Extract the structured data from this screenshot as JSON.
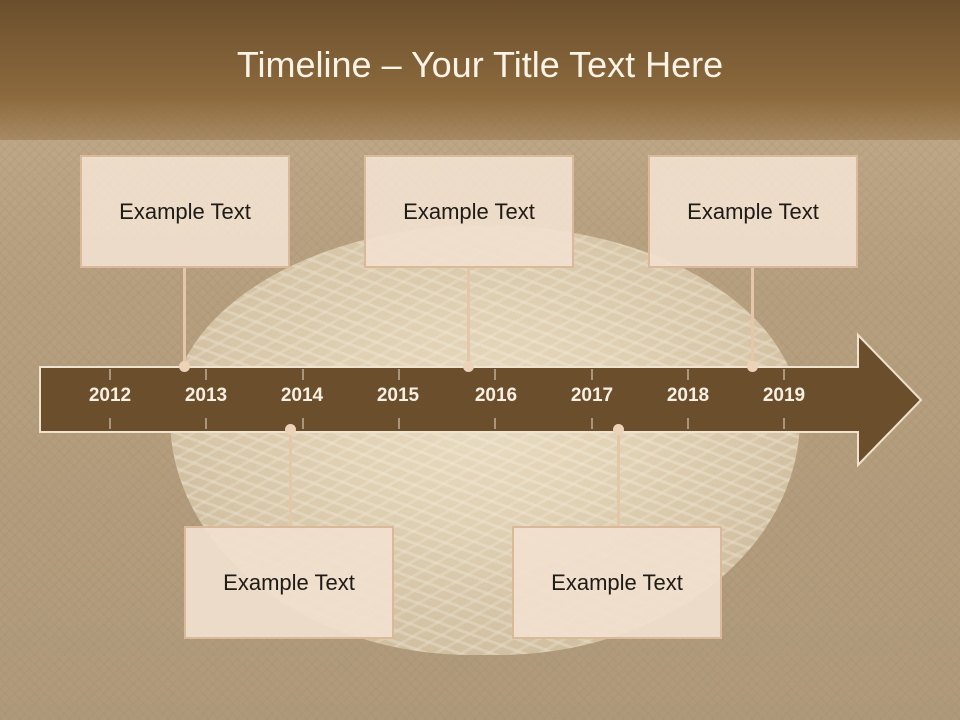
{
  "title": "Timeline – Your Title Text Here",
  "timeline": {
    "years": [
      "2012",
      "2013",
      "2014",
      "2015",
      "2016",
      "2017",
      "2018",
      "2019"
    ]
  },
  "events": [
    {
      "text": "Example Text"
    },
    {
      "text": "Example Text"
    },
    {
      "text": "Example Text"
    },
    {
      "text": "Example Text"
    },
    {
      "text": "Example Text"
    }
  ],
  "colors": {
    "header": "#7a5a33",
    "arrow": "#6b4f2c",
    "box_fill": "#f0e0cd",
    "box_border": "#d9b99a"
  }
}
